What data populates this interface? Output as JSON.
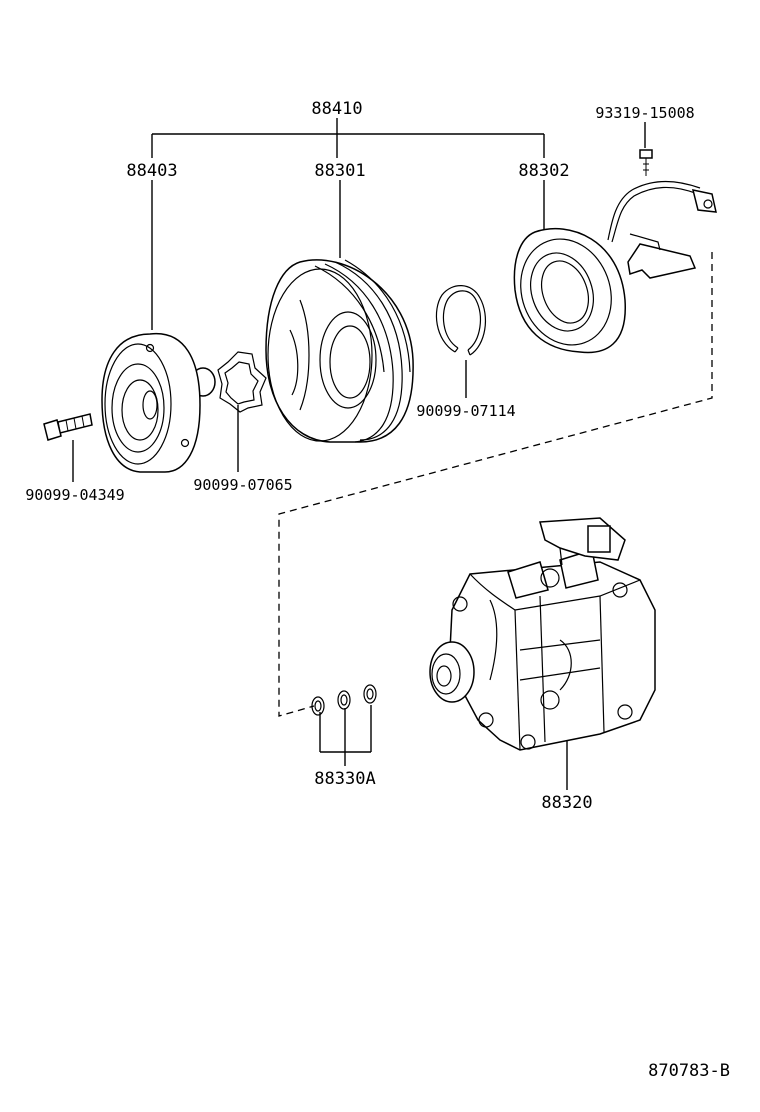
{
  "labels": {
    "assembly": "88410",
    "hub": "88403",
    "pulley": "88301",
    "coil": "88302",
    "screw": "93319-15008",
    "shim": "90099-07065",
    "snap_ring": "90099-07114",
    "bolt": "90099-04349",
    "washers": "88330A",
    "compressor": "88320",
    "figure_code": "870783-B"
  }
}
